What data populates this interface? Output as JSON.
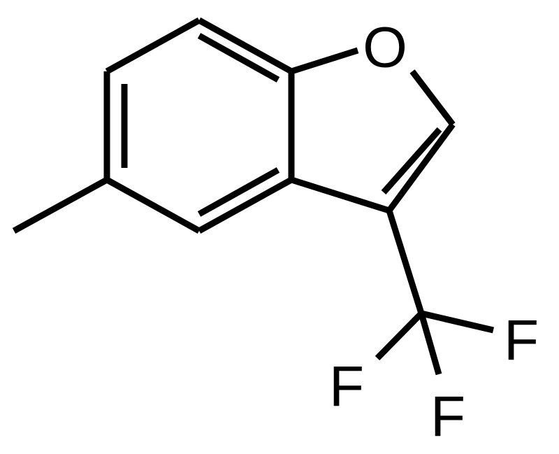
{
  "atoms": {
    "oxygen": "O",
    "fluorine_1": "F",
    "fluorine_2": "F",
    "fluorine_3": "F"
  },
  "colors": {
    "background": "#ffffff",
    "ink": "#000000"
  }
}
